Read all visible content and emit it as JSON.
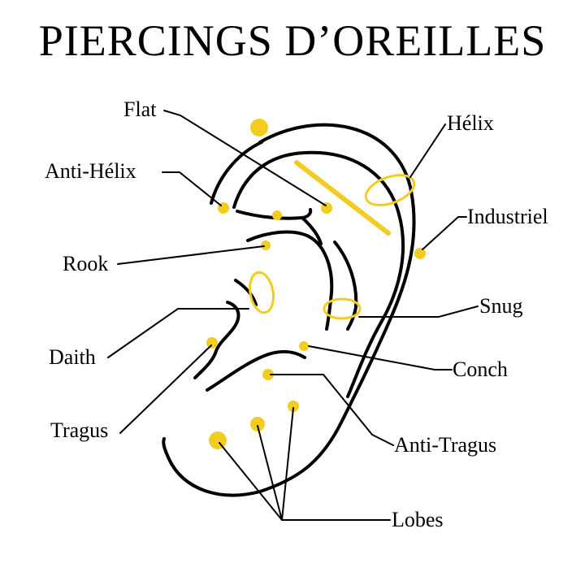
{
  "title": "PIERCINGS D’OREILLES",
  "colors": {
    "jewelry": "#f2cc1f",
    "ink": "#000000",
    "background": "#ffffff"
  },
  "labels": {
    "flat": "Flat",
    "helix": "Hélix",
    "anti_helix": "Anti-Hélix",
    "industrial": "Industriel",
    "rook": "Rook",
    "snug": "Snug",
    "daith": "Daith",
    "conch": "Conch",
    "tragus": "Tragus",
    "anti_tragus": "Anti-Tragus",
    "lobes": "Lobes"
  }
}
